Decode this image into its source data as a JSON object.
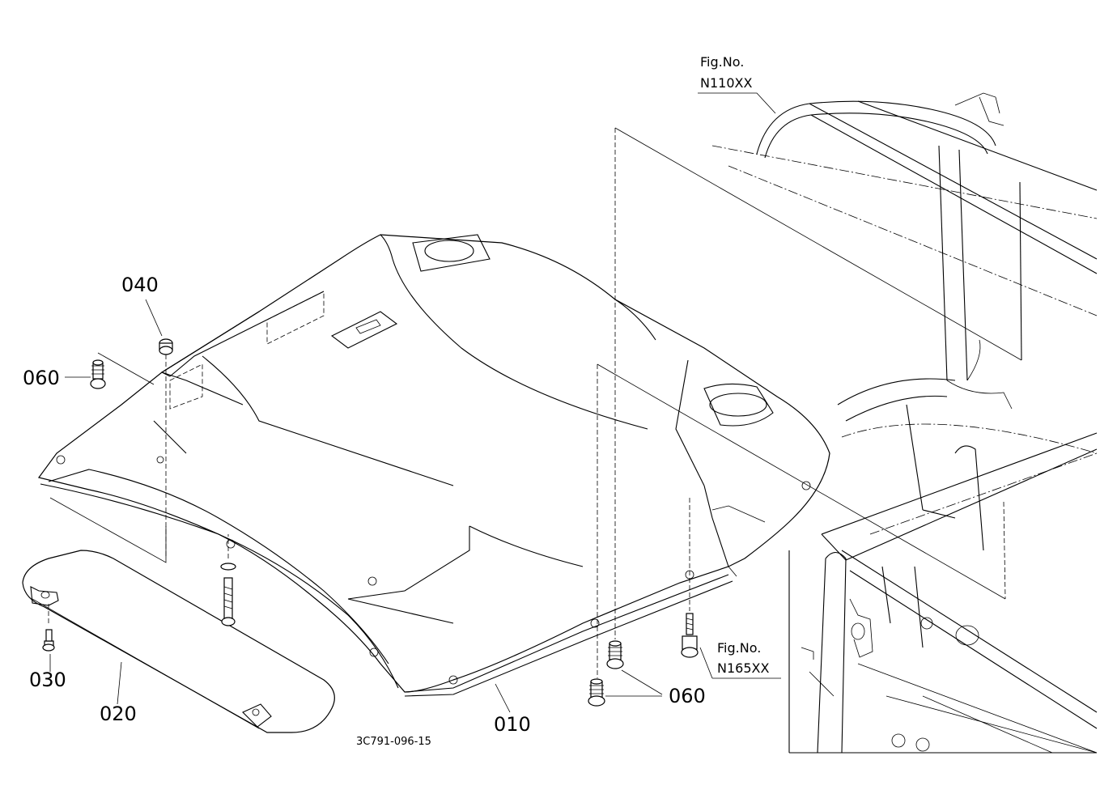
{
  "labels": {
    "p010": "010",
    "p020": "020",
    "p030": "030",
    "p040": "040",
    "p060_a": "060",
    "p060_b": "060"
  },
  "figure_refs": {
    "ref_a_title": "Fig.No.",
    "ref_a_code": "N110XX",
    "ref_b_title": "Fig.No.",
    "ref_b_code": "N165XX"
  },
  "document_code": "3C791-096-15"
}
